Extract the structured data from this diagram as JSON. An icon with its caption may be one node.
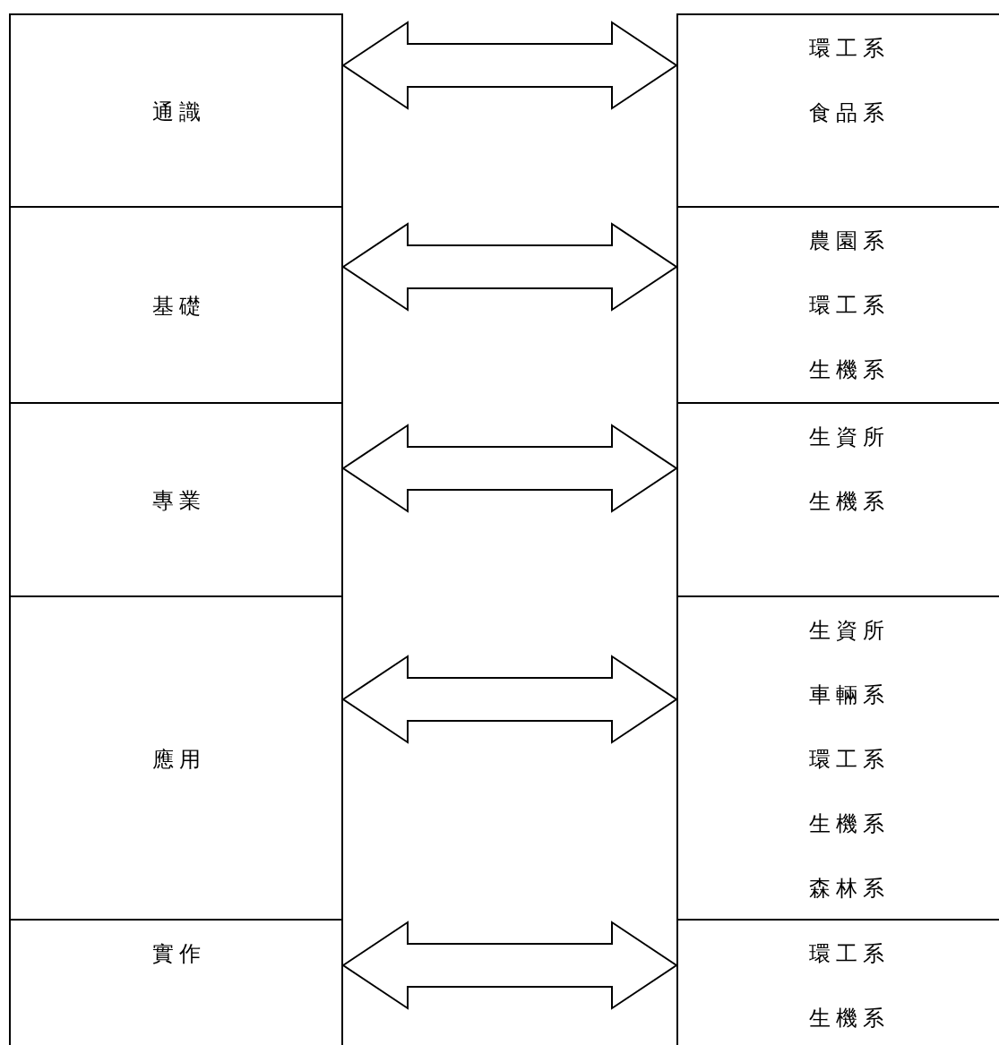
{
  "diagram": {
    "nodes": [
      {
        "text": [
          "通識"
        ]
      },
      {
        "text": [
          "環工系",
          "食品系"
        ]
      },
      {
        "text": [
          "基礎"
        ]
      },
      {
        "text": [
          "農園系",
          "環工系",
          "生機系"
        ]
      },
      {
        "text": [
          "專業"
        ]
      },
      {
        "text": [
          "生資所",
          "生機系"
        ]
      },
      {
        "text": [
          "應用"
        ]
      },
      {
        "text": [
          "生資所",
          "車輛系",
          "環工系",
          "生機系",
          "森林系"
        ]
      },
      {
        "text": [
          "實作"
        ]
      },
      {
        "text": [
          "環工系",
          "生機系"
        ]
      }
    ],
    "edges": [
      {
        "from": 0,
        "to": 1,
        "arrow": "both"
      },
      {
        "from": 2,
        "to": 3,
        "arrow": "both"
      },
      {
        "from": 4,
        "to": 5,
        "arrow": "both"
      },
      {
        "from": 6,
        "to": 7,
        "arrow": "both"
      },
      {
        "from": 8,
        "to": 9,
        "arrow": "both"
      }
    ]
  }
}
